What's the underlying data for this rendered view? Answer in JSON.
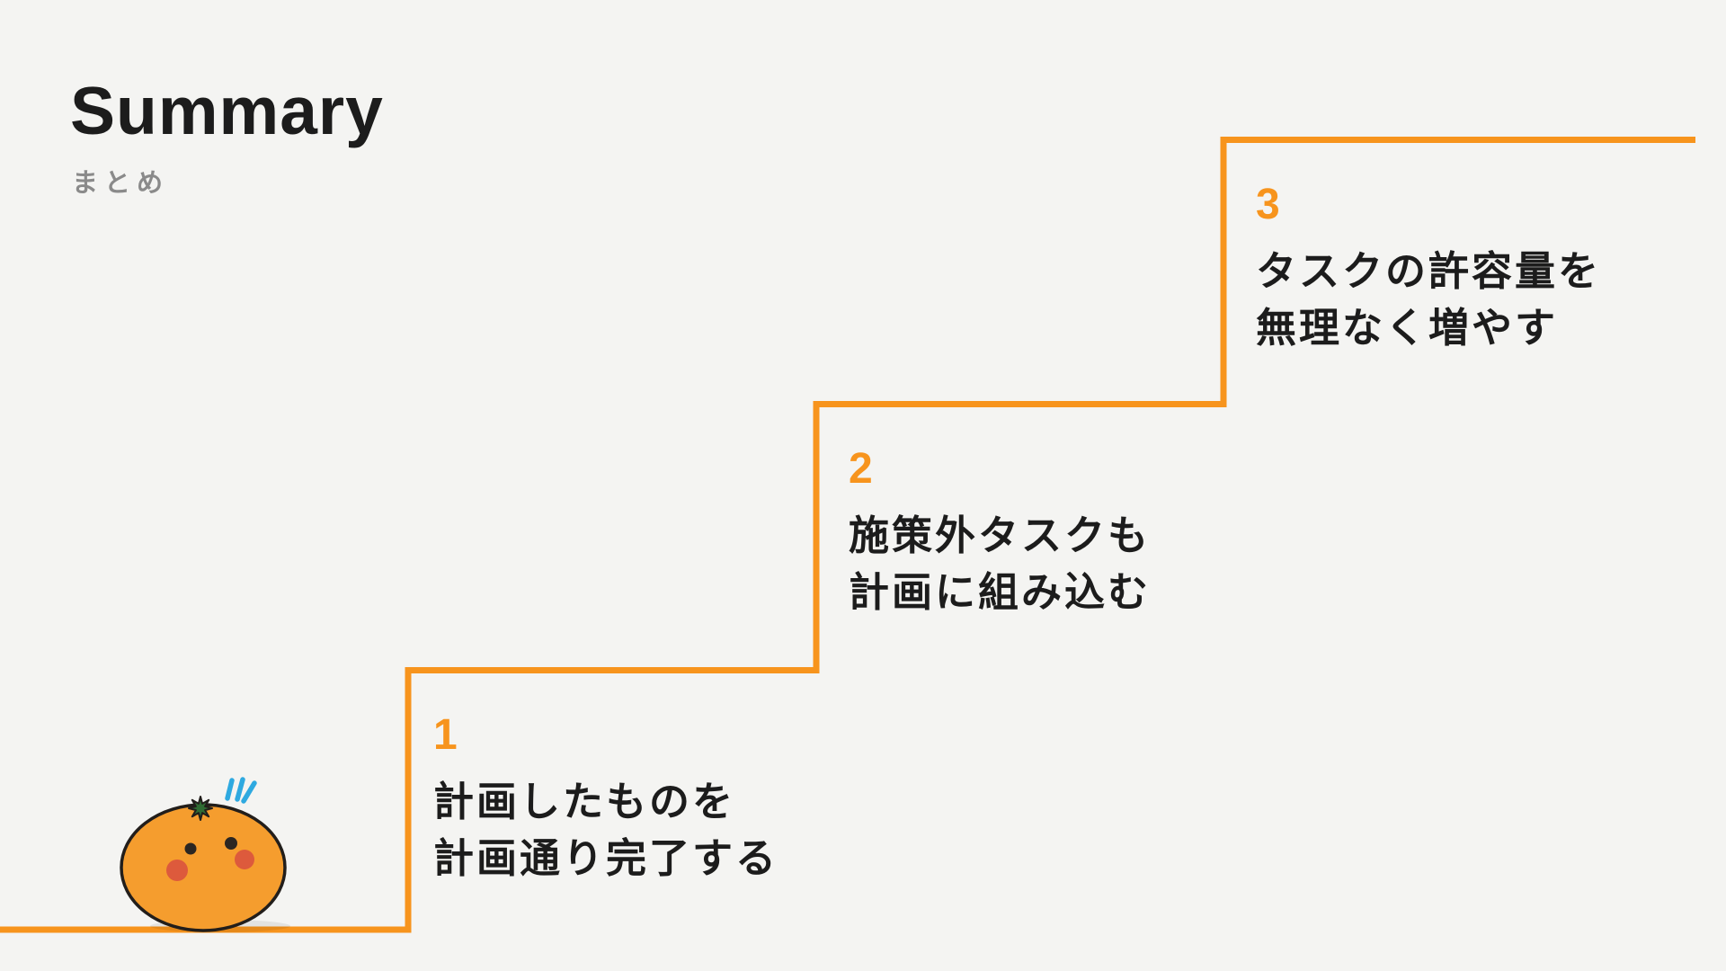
{
  "header": {
    "title": "Summary",
    "subtitle": "まとめ"
  },
  "steps": [
    {
      "number": "1",
      "lines": [
        "計画したものを",
        "計画通り完了する"
      ]
    },
    {
      "number": "2",
      "lines": [
        "施策外タスクも",
        "計画に組み込む"
      ]
    },
    {
      "number": "3",
      "lines": [
        "タスクの許容量を",
        "無理なく増やす"
      ]
    }
  ],
  "mascot": {
    "name": "mandarin-orange-character"
  },
  "colors": {
    "accent_orange": "#F7941D",
    "text_dark": "#1C1C1C",
    "subtitle_gray": "#8A8A8A",
    "background": "#F4F4F2",
    "mandarin_body": "#F59D2E",
    "mandarin_outline": "#221E1B",
    "cheek_red": "#DD5A3C",
    "stem_green": "#2F6B33",
    "surprise_blue": "#2EA9E0"
  }
}
